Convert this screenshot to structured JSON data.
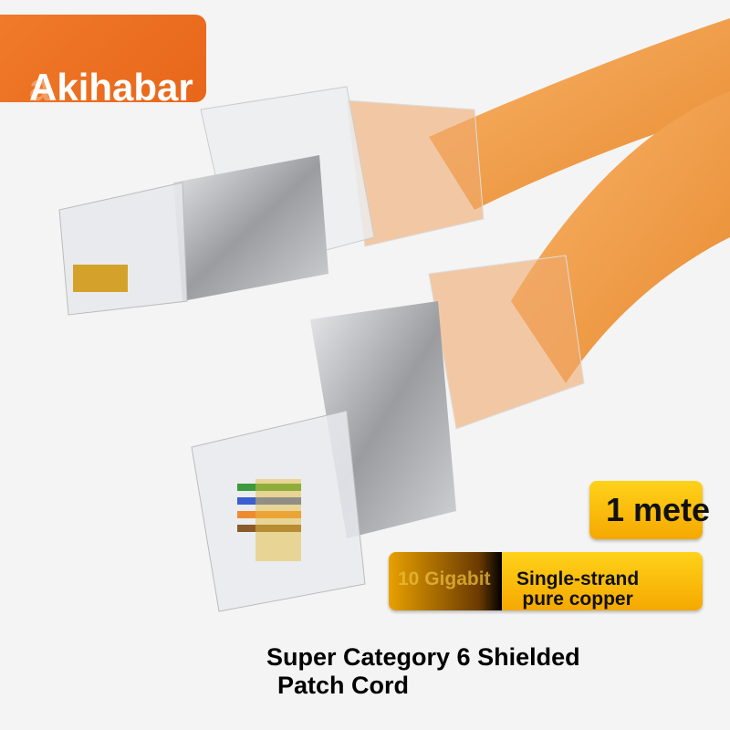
{
  "brand": {
    "name_visible": "Akihabar",
    "name_faded": "a"
  },
  "badges": {
    "length": "1 mete",
    "speed": "10 Gigabit",
    "conductor_line1": "Single-strand",
    "conductor_line2": "pure copper"
  },
  "title": {
    "line1": "Super Category 6 Shielded",
    "line2": "Patch Cord"
  },
  "colors": {
    "cable": "#f5a04a",
    "brand_bg": "#ee7024",
    "badge": "#fcc20e"
  }
}
